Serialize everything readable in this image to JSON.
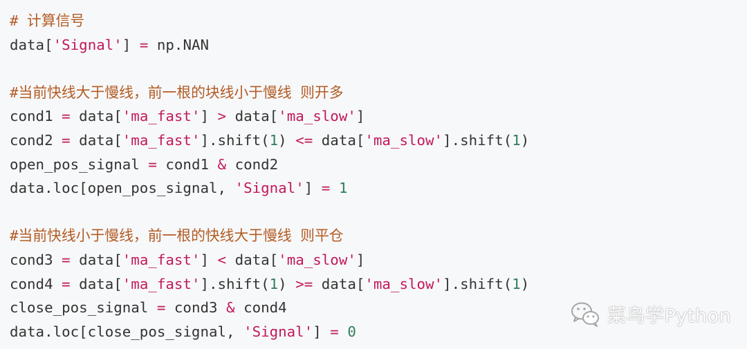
{
  "code": {
    "lines": [
      [
        {
          "t": "# 计算信号",
          "c": "comment"
        }
      ],
      [
        {
          "t": "data[",
          "c": "plain"
        },
        {
          "t": "'Signal'",
          "c": "string"
        },
        {
          "t": "] ",
          "c": "plain"
        },
        {
          "t": "=",
          "c": "op"
        },
        {
          "t": " np.NAN",
          "c": "plain"
        }
      ],
      [],
      [
        {
          "t": "#当前快线大于慢线，前一根的块线小于慢线 则开多",
          "c": "comment"
        }
      ],
      [
        {
          "t": "cond1 ",
          "c": "plain"
        },
        {
          "t": "=",
          "c": "op"
        },
        {
          "t": " data[",
          "c": "plain"
        },
        {
          "t": "'ma_fast'",
          "c": "string"
        },
        {
          "t": "] ",
          "c": "plain"
        },
        {
          "t": ">",
          "c": "op"
        },
        {
          "t": " data[",
          "c": "plain"
        },
        {
          "t": "'ma_slow'",
          "c": "string"
        },
        {
          "t": "]",
          "c": "plain"
        }
      ],
      [
        {
          "t": "cond2 ",
          "c": "plain"
        },
        {
          "t": "=",
          "c": "op"
        },
        {
          "t": " data[",
          "c": "plain"
        },
        {
          "t": "'ma_fast'",
          "c": "string"
        },
        {
          "t": "].shift(",
          "c": "plain"
        },
        {
          "t": "1",
          "c": "number"
        },
        {
          "t": ") ",
          "c": "plain"
        },
        {
          "t": "<=",
          "c": "op"
        },
        {
          "t": " data[",
          "c": "plain"
        },
        {
          "t": "'ma_slow'",
          "c": "string"
        },
        {
          "t": "].shift(",
          "c": "plain"
        },
        {
          "t": "1",
          "c": "number"
        },
        {
          "t": ")",
          "c": "plain"
        }
      ],
      [
        {
          "t": "open_pos_signal ",
          "c": "plain"
        },
        {
          "t": "=",
          "c": "op"
        },
        {
          "t": " cond1 ",
          "c": "plain"
        },
        {
          "t": "&",
          "c": "op"
        },
        {
          "t": " cond2",
          "c": "plain"
        }
      ],
      [
        {
          "t": "data.loc[open_pos_signal, ",
          "c": "plain"
        },
        {
          "t": "'Signal'",
          "c": "string"
        },
        {
          "t": "] ",
          "c": "plain"
        },
        {
          "t": "=",
          "c": "op"
        },
        {
          "t": " ",
          "c": "plain"
        },
        {
          "t": "1",
          "c": "number"
        }
      ],
      [],
      [
        {
          "t": "#当前快线小于慢线，前一根的快线大于慢线 则平仓",
          "c": "comment"
        }
      ],
      [
        {
          "t": "cond3 ",
          "c": "plain"
        },
        {
          "t": "=",
          "c": "op"
        },
        {
          "t": " data[",
          "c": "plain"
        },
        {
          "t": "'ma_fast'",
          "c": "string"
        },
        {
          "t": "] ",
          "c": "plain"
        },
        {
          "t": "<",
          "c": "op"
        },
        {
          "t": " data[",
          "c": "plain"
        },
        {
          "t": "'ma_slow'",
          "c": "string"
        },
        {
          "t": "]",
          "c": "plain"
        }
      ],
      [
        {
          "t": "cond4 ",
          "c": "plain"
        },
        {
          "t": "=",
          "c": "op"
        },
        {
          "t": " data[",
          "c": "plain"
        },
        {
          "t": "'ma_fast'",
          "c": "string"
        },
        {
          "t": "].shift(",
          "c": "plain"
        },
        {
          "t": "1",
          "c": "number"
        },
        {
          "t": ") ",
          "c": "plain"
        },
        {
          "t": ">=",
          "c": "op"
        },
        {
          "t": " data[",
          "c": "plain"
        },
        {
          "t": "'ma_slow'",
          "c": "string"
        },
        {
          "t": "].shift(",
          "c": "plain"
        },
        {
          "t": "1",
          "c": "number"
        },
        {
          "t": ")",
          "c": "plain"
        }
      ],
      [
        {
          "t": "close_pos_signal ",
          "c": "plain"
        },
        {
          "t": "=",
          "c": "op"
        },
        {
          "t": " cond3 ",
          "c": "plain"
        },
        {
          "t": "&",
          "c": "op"
        },
        {
          "t": " cond4",
          "c": "plain"
        }
      ],
      [
        {
          "t": "data.loc[close_pos_signal, ",
          "c": "plain"
        },
        {
          "t": "'Signal'",
          "c": "string"
        },
        {
          "t": "] ",
          "c": "plain"
        },
        {
          "t": "=",
          "c": "op"
        },
        {
          "t": " ",
          "c": "plain"
        },
        {
          "t": "0",
          "c": "number"
        }
      ]
    ]
  },
  "watermark": {
    "text": "菜鸟学Python",
    "icon": "wechat-icon"
  },
  "colors": {
    "background": "#f7f8fa",
    "plain": "#333333",
    "comment": "#b35b23",
    "string": "#c2185b",
    "number": "#2e7d5b",
    "operator": "#c2185b"
  }
}
